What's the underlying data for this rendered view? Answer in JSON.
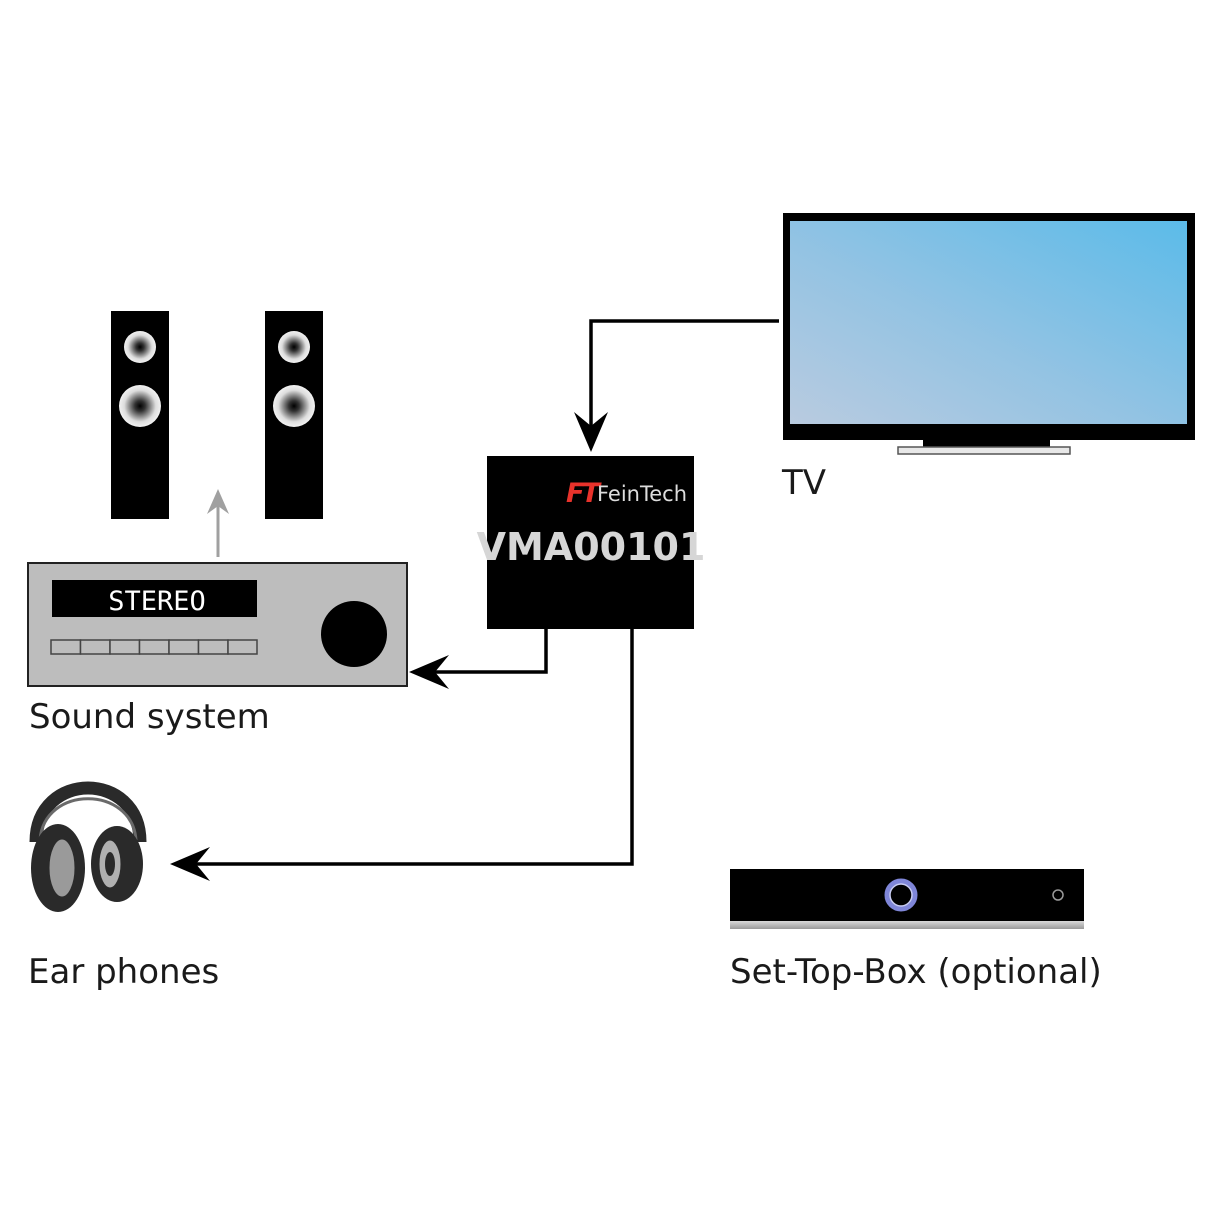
{
  "labels": {
    "tv": "TV",
    "sound_system": "Sound system",
    "ear_phones": "Ear phones",
    "set_top_box": "Set-Top-Box (optional)"
  },
  "device": {
    "brand_mark": "FT",
    "brand_name": "FeinTech",
    "model": "VMA00101"
  },
  "receiver": {
    "display_text": "STEREO"
  },
  "colors": {
    "screen_top": "#5bbbe9",
    "screen_bottom": "#b3c8de",
    "brand_accent": "#e8322b",
    "receiver_body": "#bdbdbd",
    "stb_ring": "#7f86d8",
    "flow_line": "#000000",
    "speaker_arrow": "#a0a0a0"
  },
  "icons": [
    "tv-icon",
    "speaker-icon",
    "receiver-icon",
    "headphones-icon",
    "set-top-box-icon",
    "arrow-icon"
  ]
}
